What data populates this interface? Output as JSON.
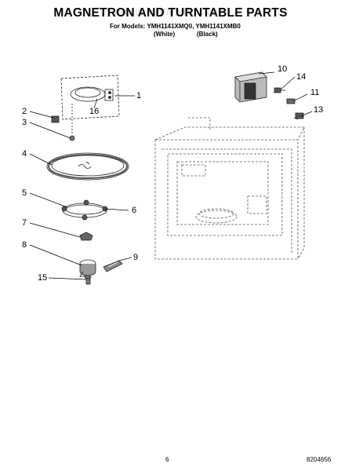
{
  "header": {
    "title": "MAGNETRON AND TURNTABLE PARTS",
    "models_line": "For Models: YMH1141XMQ0, YMH1141XMB0",
    "color_white": "(White)",
    "color_black": "(Black)"
  },
  "watermark": "AppliancePartsPros.com",
  "callouts": {
    "n1": "1",
    "n2": "2",
    "n3": "3",
    "n4": "4",
    "n5": "5",
    "n6": "6",
    "n7": "7",
    "n8": "8",
    "n9": "9",
    "n10": "10",
    "n11": "11",
    "n13": "13",
    "n14": "14",
    "n15": "15",
    "n16": "16"
  },
  "footer": {
    "page_number": "6",
    "doc_code": "8204656"
  }
}
